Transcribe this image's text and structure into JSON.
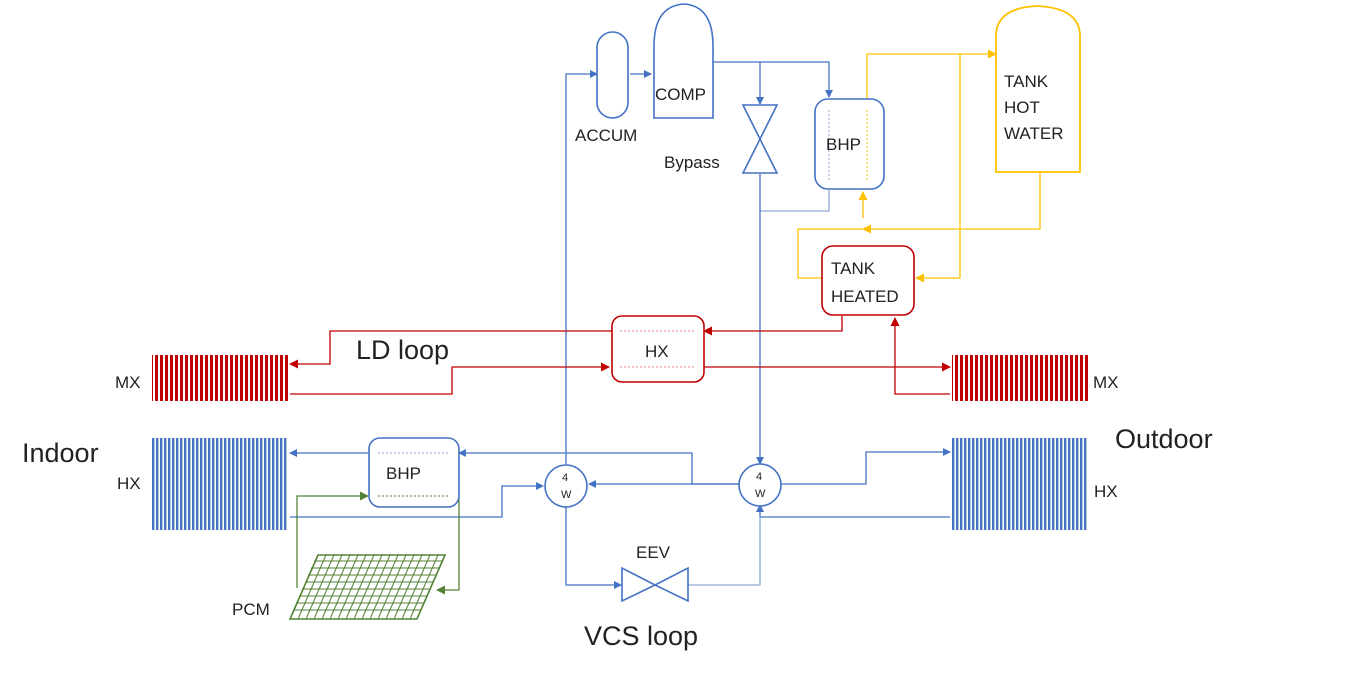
{
  "labels": {
    "accum": "ACCUM",
    "comp": "COMP",
    "bypass": "Bypass",
    "bhp_top": "BHP",
    "tank_hot_water": [
      "TANK",
      "HOT",
      "WATER"
    ],
    "tank_heated": [
      "TANK",
      "HEATED"
    ],
    "ld_loop": "LD loop",
    "hx_ld": "HX",
    "mx_left": "MX",
    "mx_right": "MX",
    "indoor": "Indoor",
    "outdoor": "Outdoor",
    "hx_left": "HX",
    "hx_right": "HX",
    "bhp_bottom": "BHP",
    "four_way_left": [
      "4",
      "W"
    ],
    "four_way_right": [
      "4",
      "W"
    ],
    "eev": "EEV",
    "pcm": "PCM",
    "vcs_loop": "VCS loop"
  },
  "colors": {
    "refrigerant_blue": "#4472C4",
    "ld_red": "#C00000",
    "mx_red": "#C00000",
    "hot_water_yellow": "#FFC000",
    "pcm_green": "#548235",
    "light_blue_line": "#8FAADC",
    "light_red_line": "#F08080"
  }
}
